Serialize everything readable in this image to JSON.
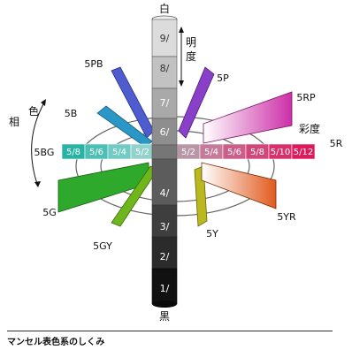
{
  "caption": "マンセル表色系のしくみ",
  "top_label": "白",
  "bottom_label": "黒",
  "value_axis_label": [
    "明",
    "度"
  ],
  "hue_axis_label": [
    "相",
    "色"
  ],
  "chroma_axis_label": "彩度",
  "value_levels": [
    {
      "label": "1/",
      "color": "#111111"
    },
    {
      "label": "2/",
      "color": "#2b2b2b"
    },
    {
      "label": "3/",
      "color": "#3e3e3e"
    },
    {
      "label": "4/",
      "color": "#5c5c5c"
    },
    {
      "label": "6/",
      "color": "#8e8e8e"
    },
    {
      "label": "7/",
      "color": "#a9a9a9"
    },
    {
      "label": "8/",
      "color": "#c2c2c2"
    },
    {
      "label": "9/",
      "color": "#dcdcdc"
    }
  ],
  "hues": [
    "5PB",
    "5P",
    "5RP",
    "5R",
    "5YR",
    "5Y",
    "5GY",
    "5G",
    "5BG",
    "5B"
  ],
  "left_chips": [
    {
      "label": "5/8",
      "color": "#29b3a4"
    },
    {
      "label": "5/6",
      "color": "#4cc0b4"
    },
    {
      "label": "5/4",
      "color": "#70cbc2"
    },
    {
      "label": "5/2",
      "color": "#93d2cc"
    }
  ],
  "right_chips": [
    {
      "label": "5/2",
      "color": "#b896a6"
    },
    {
      "label": "5/4",
      "color": "#c47a98"
    },
    {
      "label": "5/6",
      "color": "#cc5f89"
    },
    {
      "label": "5/8",
      "color": "#d2477a"
    },
    {
      "label": "5/10",
      "color": "#d8306b"
    },
    {
      "label": "5/12",
      "color": "#de1a5c"
    }
  ],
  "colors": {
    "purple_blue": "#4f5ccf",
    "purple": "#8a3fc9",
    "red_purple": "#cc2fa8",
    "yellow_red": "#e15b1e",
    "yellow": "#b9b91f",
    "green_yellow": "#6fb61d",
    "green": "#2ea92c",
    "blue": "#2b97c7"
  }
}
